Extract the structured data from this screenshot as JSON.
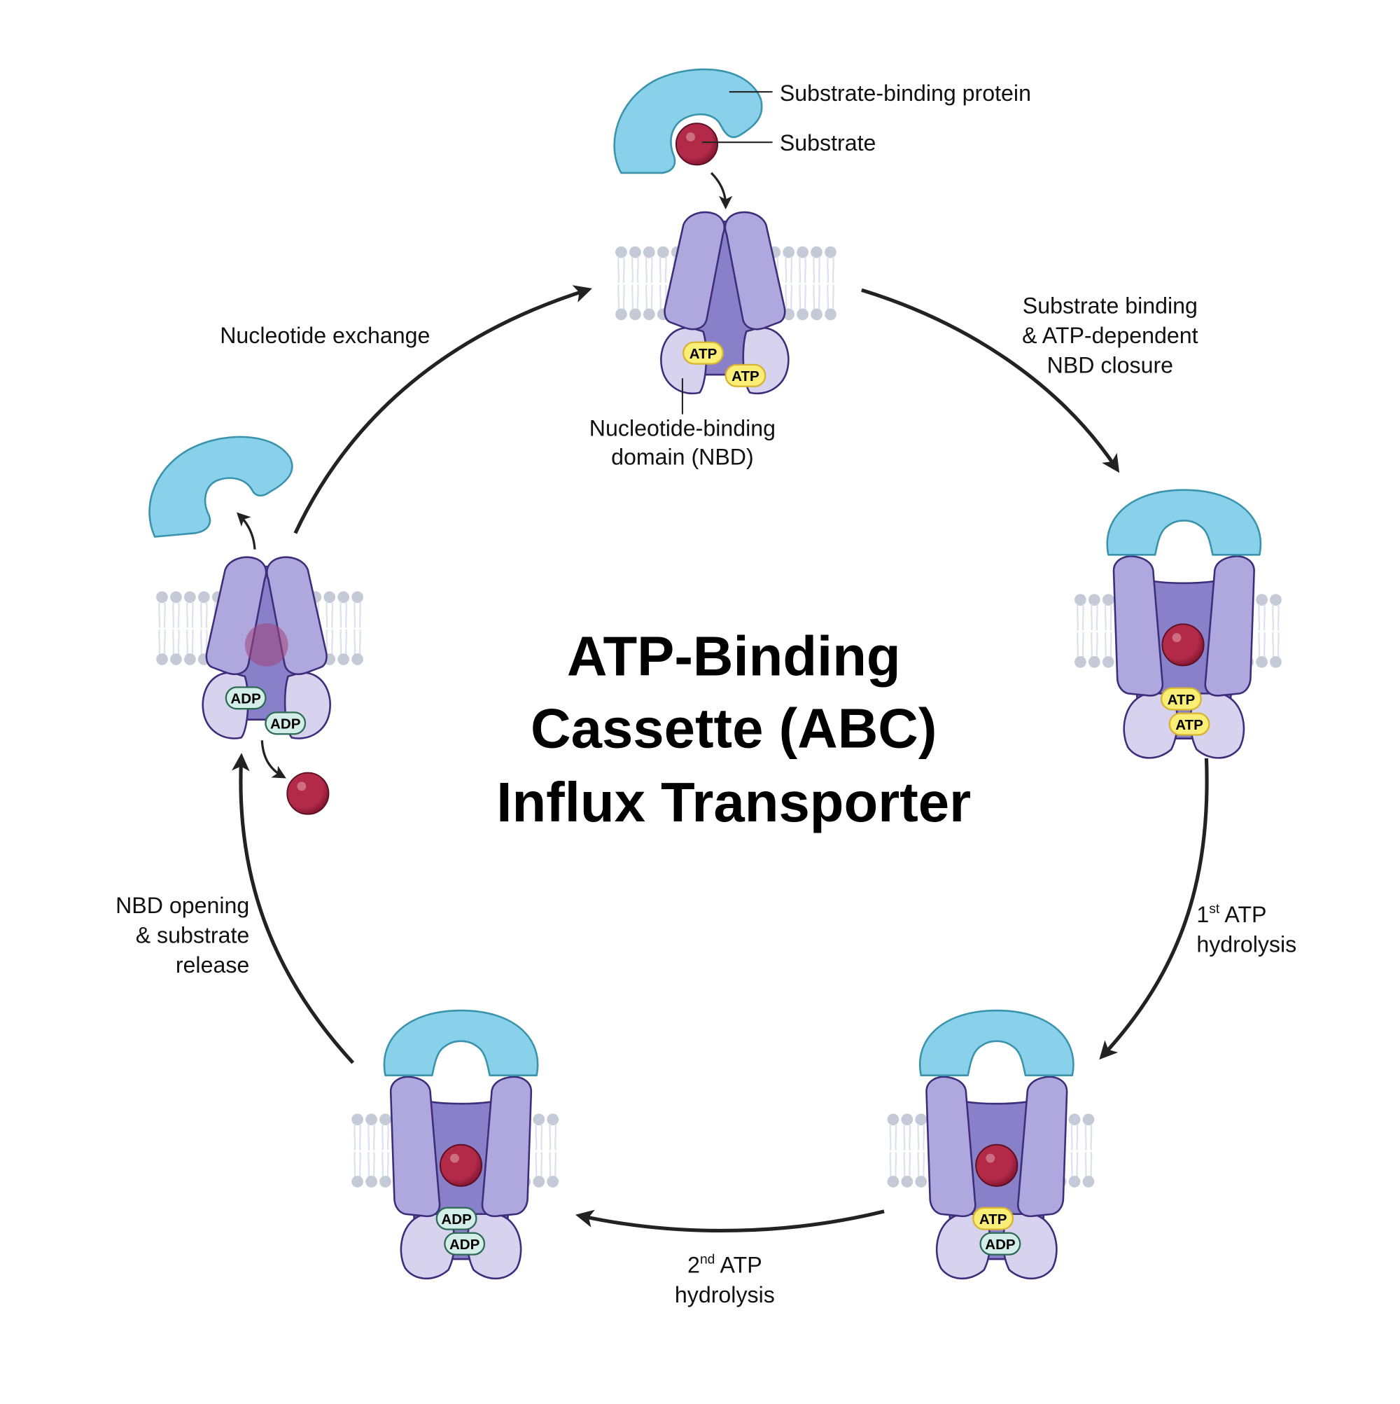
{
  "title": {
    "lines": [
      "ATP-Binding",
      "Cassette (ABC)",
      "Influx Transporter"
    ]
  },
  "colors": {
    "substrate_binding_protein": "#89d1ea",
    "sbp_outline": "#3a93ad",
    "tmd_outer": "#afa8de",
    "tmd_inner": "#8880c8",
    "nbd": "#d7d2ee",
    "protein_outline": "#3e2d7a",
    "substrate": "#b32a49",
    "substrate_dark": "#7e1530",
    "atp_fill": "#fbee77",
    "atp_outline": "#d6b430",
    "adp_fill": "#d3eee9",
    "adp_outline": "#2e6b55",
    "lipid_head": "#c5cad7",
    "lipid_tail": "#dde3ee",
    "arrow": "#222222"
  },
  "callouts": {
    "substrate_binding_protein": "Substrate-binding protein",
    "substrate": "Substrate",
    "nbd_line1": "Nucleotide-binding",
    "nbd_line2": "domain (NBD)"
  },
  "steps": [
    {
      "id": "step1",
      "lines": [
        "Substrate binding",
        "& ATP-dependent",
        "NBD closure"
      ]
    },
    {
      "id": "step2",
      "ordinal": "1",
      "suffix": "st",
      "rest": " ATP",
      "line2": "hydrolysis"
    },
    {
      "id": "step3",
      "ordinal": "2",
      "suffix": "nd",
      "rest": " ATP",
      "line2": "hydrolysis"
    },
    {
      "id": "step4",
      "lines": [
        "NBD opening",
        "& substrate",
        "release"
      ]
    },
    {
      "id": "step5",
      "lines": [
        "Nucleotide exchange"
      ]
    }
  ],
  "states": [
    {
      "name": "resting-open",
      "nucleotides": [
        "ATP",
        "ATP"
      ]
    },
    {
      "name": "closed-substrate-bound",
      "nucleotides": [
        "ATP",
        "ATP"
      ]
    },
    {
      "name": "first-hydrolysis",
      "nucleotides": [
        "ATP",
        "ADP"
      ]
    },
    {
      "name": "second-hydrolysis",
      "nucleotides": [
        "ADP",
        "ADP"
      ]
    },
    {
      "name": "release",
      "nucleotides": [
        "ADP",
        "ADP"
      ]
    }
  ]
}
